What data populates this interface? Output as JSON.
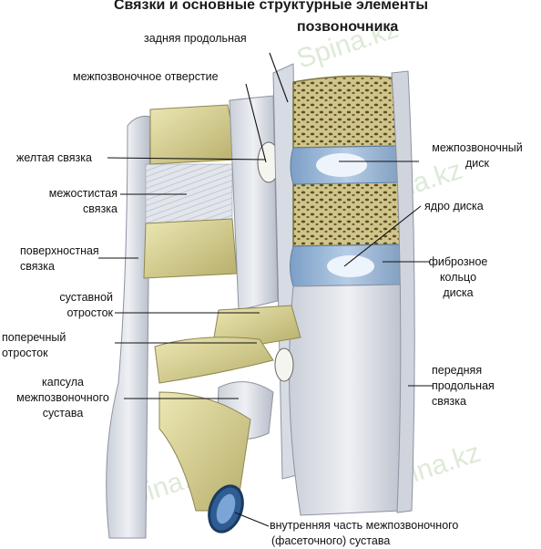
{
  "title": {
    "line1": "Связки и основные структурные элементы",
    "line2": "позвоночника"
  },
  "labels": {
    "posterior_longitudinal": "задняя продольная",
    "intervertebral_foramen": "межпозвоночное отверстие",
    "yellow_ligament": "желтая связка",
    "interspinous_1": "межостистая",
    "interspinous_2": "связка",
    "supraspinous_1": "поверхностная",
    "supraspinous_2": "связка",
    "articular_process_1": "суставной",
    "articular_process_2": "отросток",
    "transverse_process_1": "поперечный",
    "transverse_process_2": "отросток",
    "capsule_1": "капсула",
    "capsule_2": "межпозвоночного",
    "capsule_3": "сустава",
    "disc_1": "межпозвоночный",
    "disc_2": "диск",
    "nucleus": "ядро диска",
    "annulus_1": "фиброзное",
    "annulus_2": "кольцо",
    "annulus_3": "диска",
    "anterior_longitudinal_1": "передняя",
    "anterior_longitudinal_2": "продольная",
    "anterior_longitudinal_3": "связка",
    "facet_inner_1": "внутренняя часть межпозвоночного",
    "facet_inner_2": "(фасеточного) сустава"
  },
  "watermark": "Spina.kz",
  "colors": {
    "bone": "#d8d39a",
    "bone_dark": "#a49c58",
    "ligament": "#e3e6ec",
    "ligament_shade": "#b9bec9",
    "disc_blue": "#8fb2d6",
    "nucleus": "#eef4fb",
    "spongy": "#6d5a2c",
    "leader": "#111111",
    "watermark": "#9ec28f"
  }
}
